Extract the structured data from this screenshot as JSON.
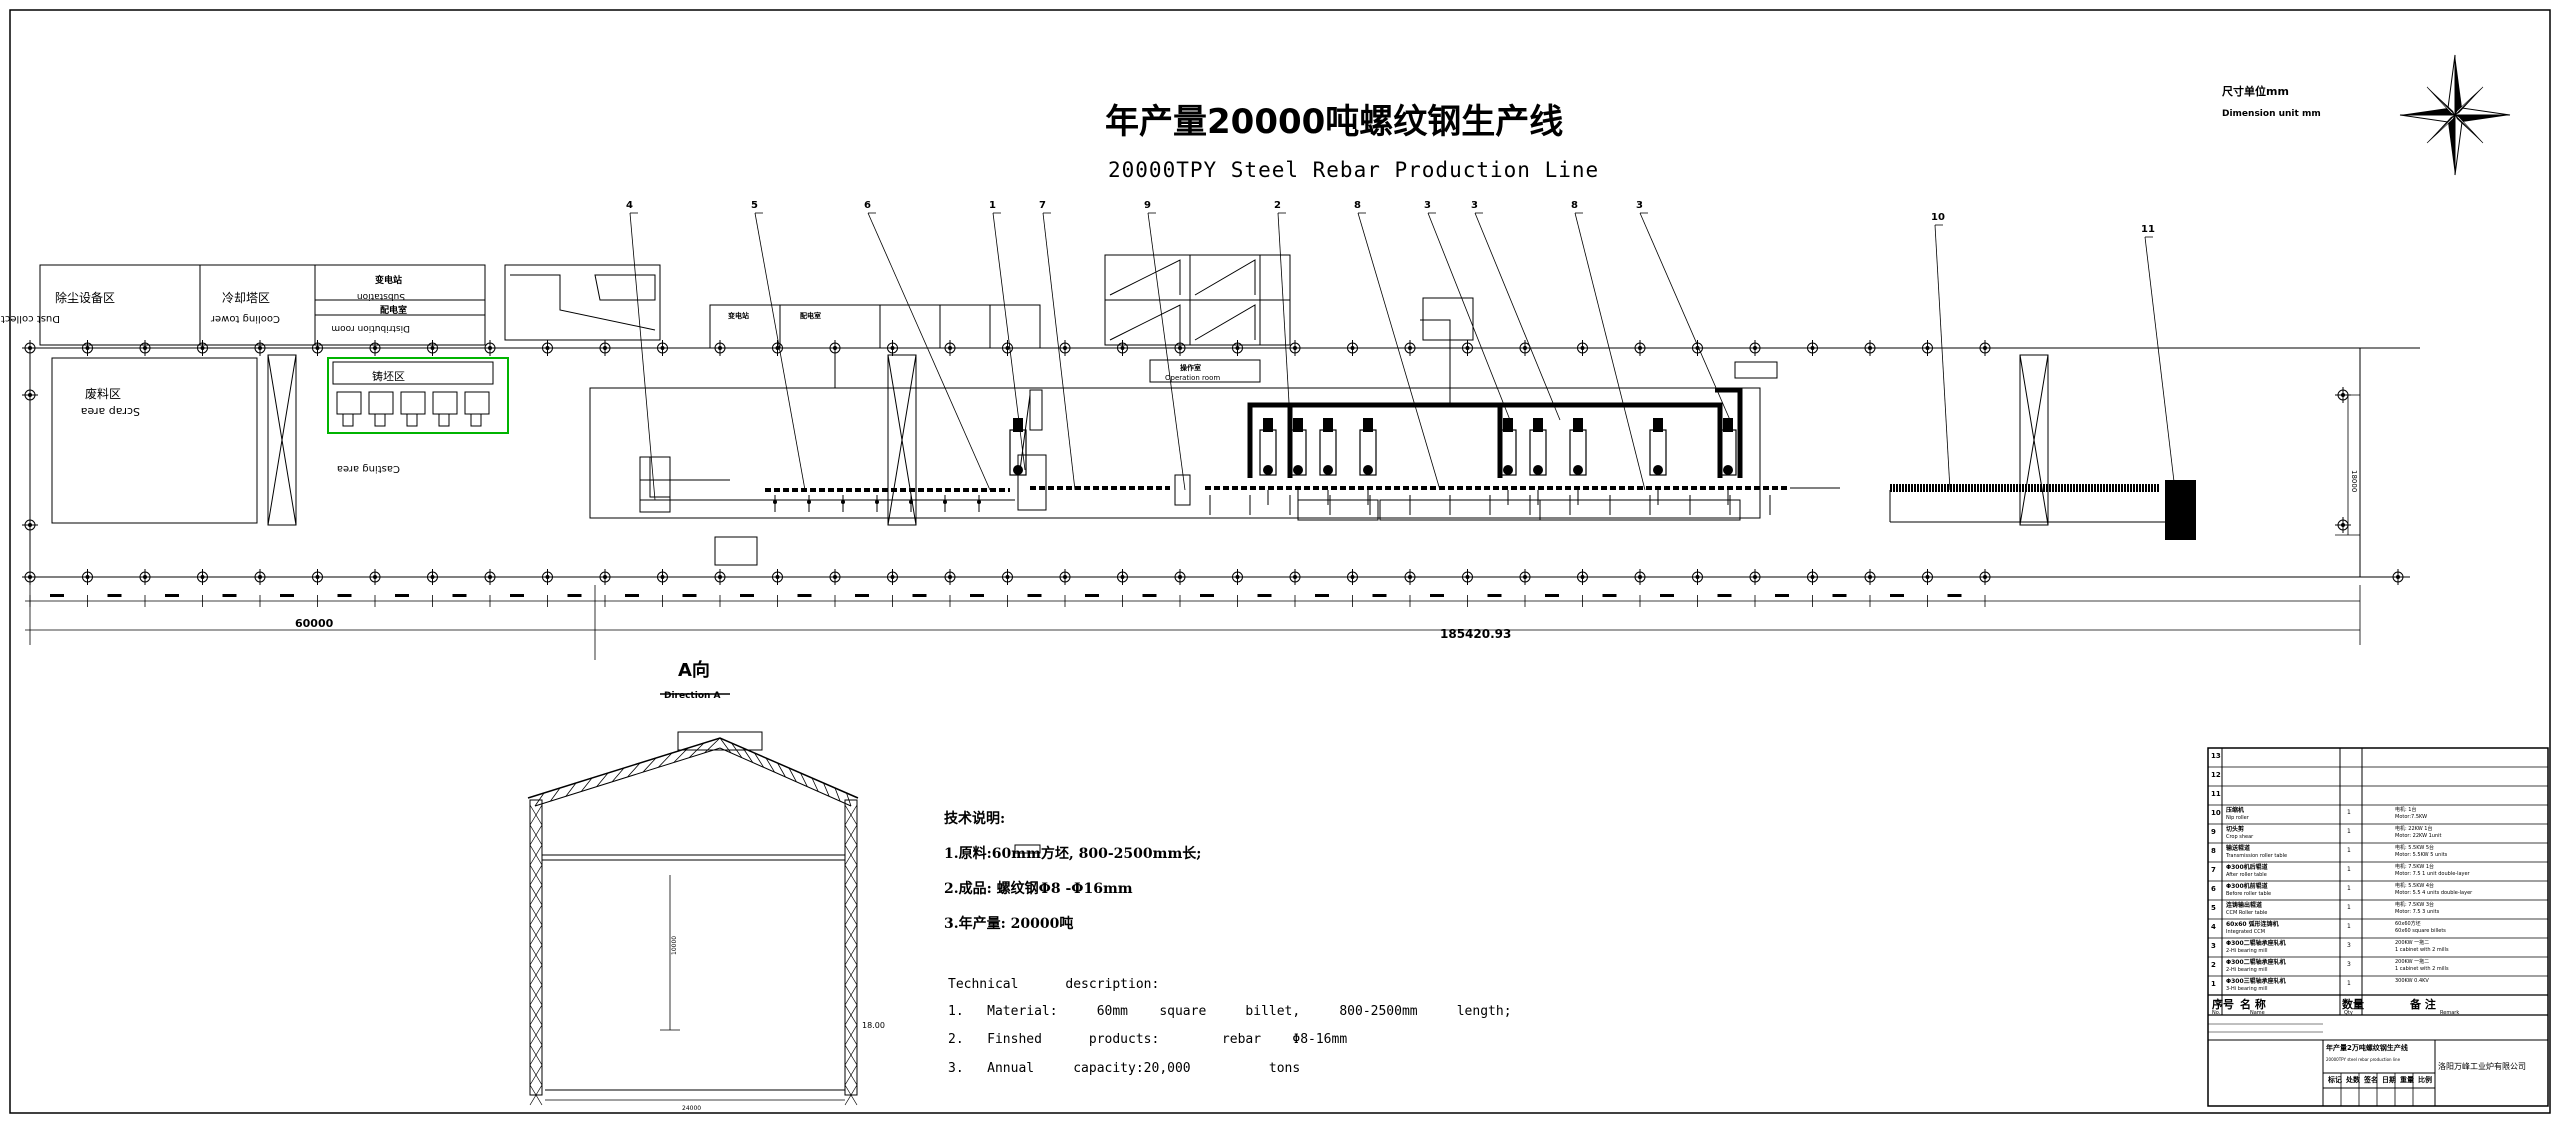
{
  "title": {
    "cn": "年产量20000吨螺纹钢生产线",
    "en": "20000TPY Steel Rebar Production Line"
  },
  "dimension_unit": {
    "cn": "尺寸单位mm",
    "en": "Dimension unit mm"
  },
  "zones": {
    "dust": "除尘设备区",
    "dust_en": "Dust collection system",
    "cooling": "冷却塔区",
    "cooling_en": "Cooling tower",
    "transformer": "变电站",
    "transformer_en": "Substation",
    "distribution": "配电室",
    "distribution_en": "Distribution room",
    "waste": "废料区",
    "waste_en": "Scrap area",
    "casting": "铸坯区",
    "casting_en": "Casting area",
    "operation": "操作室",
    "operation_en": "Operation room"
  },
  "callouts": [
    "4",
    "5",
    "6",
    "1",
    "7",
    "9",
    "2",
    "8",
    "3",
    "3",
    "8",
    "3",
    "10",
    "11"
  ],
  "dimensions": {
    "left": "60000",
    "right": "185420.93",
    "right_vertical": "18000"
  },
  "direction": {
    "cn": "A向",
    "en": "Direction A"
  },
  "section_dims": {
    "height": "18.00",
    "inner": "10000",
    "bottom": "24000"
  },
  "tech": {
    "cn_title": "技术说明:",
    "cn_1": "1.原料:60mm方坯, 800-2500mm长;",
    "cn_2": "2.成品: 螺纹钢Φ8 -Φ16mm",
    "cn_3": "3.年产量: 20000吨",
    "en_title": "Technical      description:",
    "en_1": "1.   Material:     60mm    square     billet,     800-2500mm     length;",
    "en_2": "2.   Finshed      products:        rebar    Φ8-16mm",
    "en_3": "3.   Annual     capacity:20,000          tons"
  },
  "table": {
    "rows": [
      {
        "no": "13",
        "name_cn": "",
        "name_en": "",
        "qty": "",
        "remark": ""
      },
      {
        "no": "12",
        "name_cn": "",
        "name_en": "",
        "qty": "",
        "remark": ""
      },
      {
        "no": "11",
        "name_cn": "",
        "name_en": "",
        "qty": "",
        "remark": ""
      },
      {
        "no": "10",
        "name_cn": "压缩机",
        "name_en": "Nip roller",
        "qty": "1",
        "remark": "电机: 1台  Motor:7.5KW  1unit"
      },
      {
        "no": "9",
        "name_cn": "切头剪",
        "name_en": "Crop shear",
        "qty": "1",
        "remark": "电机: 22KW 1台  Motor: 22KW 1unit"
      },
      {
        "no": "8",
        "name_cn": "输送辊道",
        "name_en": "Transmission roller table",
        "qty": "1",
        "remark": "电机: 5.5KW 5台  Motor: 5.5KW 5 units"
      },
      {
        "no": "7",
        "name_cn": "Φ300机后辊道",
        "name_en": "After roller table",
        "qty": "1",
        "remark": "电机: 7.5KW 1台  Motor: 7.5 1 unit double-layer"
      },
      {
        "no": "6",
        "name_cn": "Φ300机前辊道",
        "name_en": "Before roller table",
        "qty": "1",
        "remark": "电机: 5.5KW 4台  Motor: 5.5 4 units double-layer"
      },
      {
        "no": "5",
        "name_cn": "连铸输出辊道",
        "name_en": "CCM Roller table",
        "qty": "1",
        "remark": "电机: 7.5KW 3台  Motor: 7.5 3 units"
      },
      {
        "no": "4",
        "name_cn": "60x60 弧形连铸机",
        "name_en": "Integrated CCM",
        "qty": "1",
        "remark": "60x60方坯  60x60 square billets"
      },
      {
        "no": "3",
        "name_cn": "Φ300二辊轴承座轧机",
        "name_en": "2-Hi bearing mill",
        "qty": "3",
        "remark": "200KW 一拖二  1 cabinet with 2 mills"
      },
      {
        "no": "2",
        "name_cn": "Φ300二辊轴承座轧机",
        "name_en": "2-Hi bearing mill",
        "qty": "3",
        "remark": "200KW 一拖二  1 cabinet with 2 mills"
      },
      {
        "no": "1",
        "name_cn": "Φ300三辊轴承座轧机",
        "name_en": "3-Hi bearing mill",
        "qty": "1",
        "remark": "300KW 0.4KV"
      }
    ],
    "headers": {
      "no": "序号",
      "no_en": "No.",
      "name": "名  称",
      "name_en": "Name",
      "qty": "数量",
      "qty_en": "Qty",
      "remark": "备  注",
      "remark_en": "Remark"
    },
    "title_block": {
      "project": "年产量2万吨螺纹钢生产线",
      "project_en": "20000TPY steel rebar production line",
      "company": "洛阳万峰工业炉有限公司",
      "labels": [
        "标记",
        "处数",
        "签名",
        "日期",
        "重量",
        "比例"
      ]
    }
  }
}
